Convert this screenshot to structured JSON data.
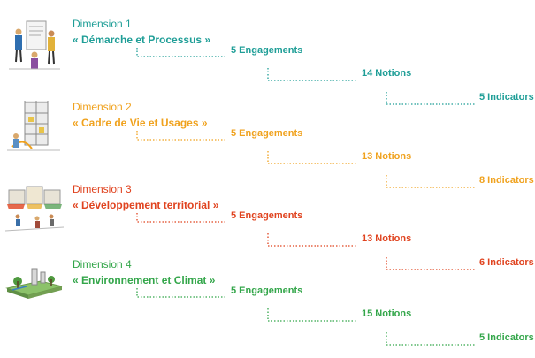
{
  "dimensions": [
    {
      "label": "Dimension 1",
      "title": "« Démarche et Processus »",
      "engagements": "5 Engagements",
      "notions": "14 Notions",
      "indicators": "5 Indicators",
      "color": "#1f9e97",
      "illustration": "people-with-board-sketch"
    },
    {
      "label": "Dimension 2",
      "title": "« Cadre de Vie et Usages »",
      "engagements": "5 Engagements",
      "notions": "13 Notions",
      "indicators": "8 Indicators",
      "color": "#f0a21e",
      "illustration": "building-scaffold-sketch"
    },
    {
      "label": "Dimension 3",
      "title": "« Développement territorial »",
      "engagements": "5 Engagements",
      "notions": "13 Notions",
      "indicators": "6 Indicators",
      "color": "#e0431f",
      "illustration": "street-market-sketch"
    },
    {
      "label": "Dimension 4",
      "title": "« Environnement et Climat »",
      "engagements": "5 Engagements",
      "notions": "15 Notions",
      "indicators": "5 Indicators",
      "color": "#33a64a",
      "illustration": "green-park-sketch"
    }
  ]
}
